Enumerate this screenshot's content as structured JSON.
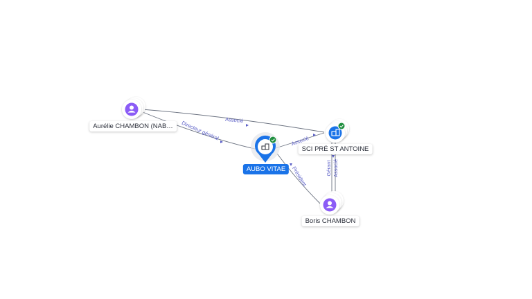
{
  "nodes": {
    "aurelie": {
      "label": "Aurélie CHAMBON (NAB…"
    },
    "aubo": {
      "label": "AUBO VITAE"
    },
    "sci": {
      "label": "SCI PRÉ ST ANTOINE"
    },
    "boris": {
      "label": "Boris CHAMBON"
    }
  },
  "edges": {
    "aurelie_sci": "Associé",
    "aurelie_aubo": "Directeur général",
    "aubo_sci": "Associé",
    "aubo_boris": "Président",
    "boris_sci_1": "Gérant",
    "boris_sci_2": "Associé"
  },
  "colors": {
    "person": "#8b5cf6",
    "company": "#1a73e8",
    "verified": "#1e8e3e",
    "edge": "#6b7280",
    "edge_label": "#5b5fc7"
  }
}
